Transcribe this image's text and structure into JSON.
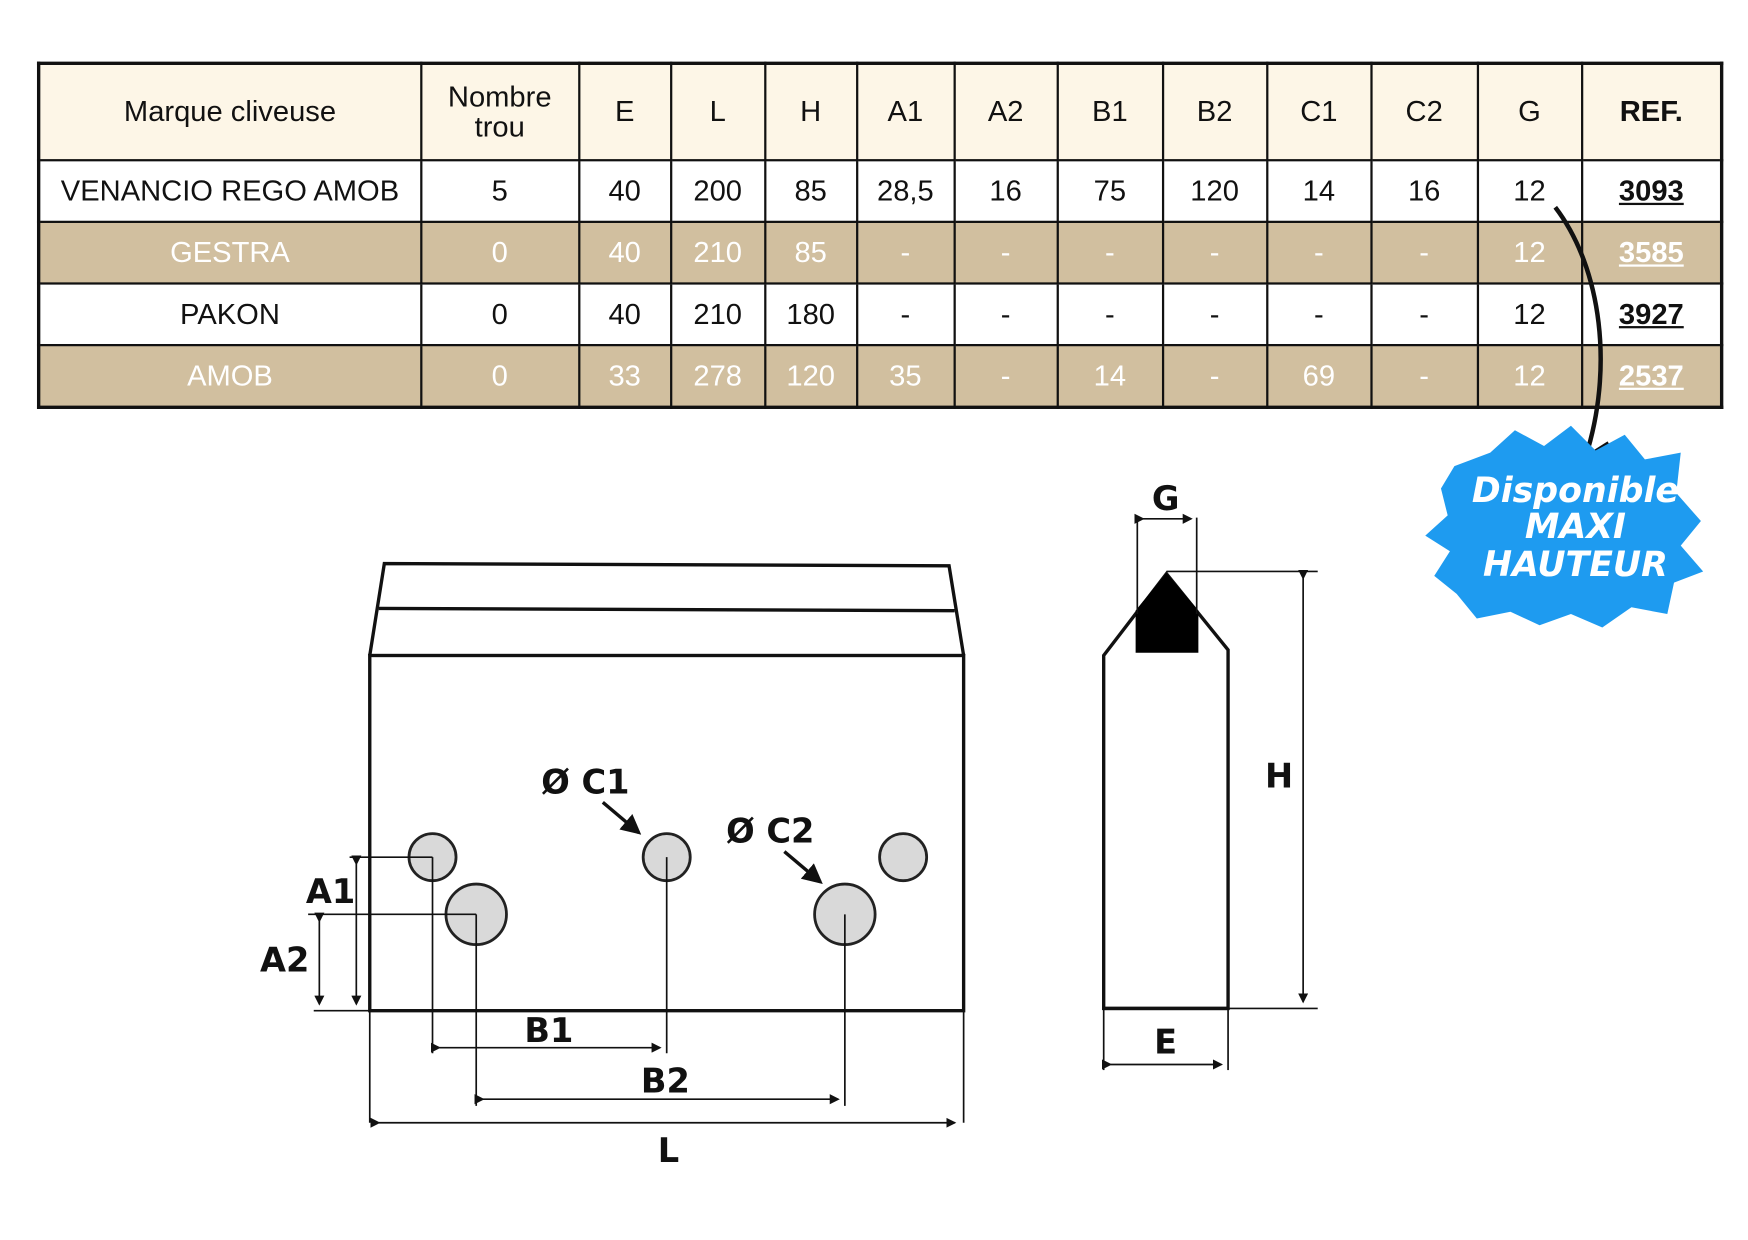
{
  "table": {
    "headers": [
      "Marque cliveuse",
      "Nombre trou",
      "E",
      "L",
      "H",
      "A1",
      "A2",
      "B1",
      "B2",
      "C1",
      "C2",
      "G",
      "REF."
    ],
    "rows": [
      [
        "VENANCIO REGO AMOB",
        "5",
        "40",
        "200",
        "85",
        "28,5",
        "16",
        "75",
        "120",
        "14",
        "16",
        "12",
        "3093"
      ],
      [
        "GESTRA",
        "0",
        "40",
        "210",
        "85",
        "-",
        "-",
        "-",
        "-",
        "-",
        "-",
        "12",
        "3585"
      ],
      [
        "PAKON",
        "0",
        "40",
        "210",
        "180",
        "-",
        "-",
        "-",
        "-",
        "-",
        "-",
        "12",
        "3927"
      ],
      [
        "AMOB",
        "0",
        "33",
        "278",
        "120",
        "35",
        "-",
        "14",
        "-",
        "69",
        "-",
        "12",
        "2537"
      ]
    ]
  },
  "badge": {
    "line1": "Disponible",
    "line2": "MAXI",
    "line3": "HAUTEUR",
    "color": "#1e9bf0"
  },
  "drawing": {
    "front_labels": {
      "c1": "Ø C1",
      "c2": "Ø C2",
      "a1": "A1",
      "a2": "A2",
      "b1": "B1",
      "b2": "B2",
      "l": "L"
    },
    "side_labels": {
      "g": "G",
      "h": "H",
      "e": "E"
    }
  },
  "colors": {
    "header_bg": "#fdf6e7",
    "shade_bg": "#d1bf9f",
    "hole_fill": "#d9d9d9"
  }
}
